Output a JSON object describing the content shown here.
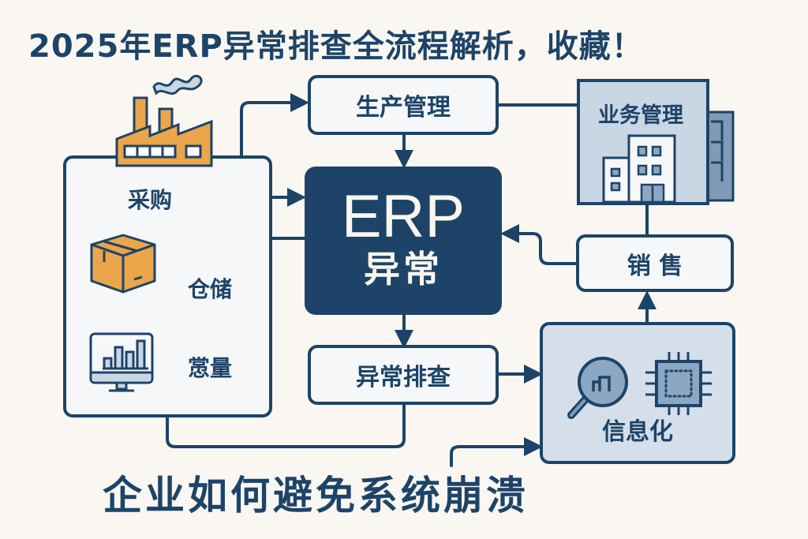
{
  "title": "2025年ERP异常排查全流程解析，收藏！",
  "subtitle": "企业如何避免系统崩溃",
  "colors": {
    "navy": "#1d4468",
    "background": "#faf7f2",
    "light_blue": "#c9d6e3",
    "orange": "#eba54a",
    "box_fill": "#f6f7f9"
  },
  "nodes": {
    "production": "生产管理",
    "erp_title": "ERP",
    "erp_subtitle": "异常",
    "troubleshoot": "异常排查",
    "business": "业务管理",
    "sales": "销 售",
    "informatization": "信息化",
    "left_panel": {
      "procurement": "采购",
      "warehouse": "仓储",
      "quality": "㦂量"
    }
  },
  "icons": [
    "factory-icon",
    "box-icon",
    "monitor-chart-icon",
    "building-icon",
    "magnifier-chart-icon",
    "chip-icon"
  ]
}
